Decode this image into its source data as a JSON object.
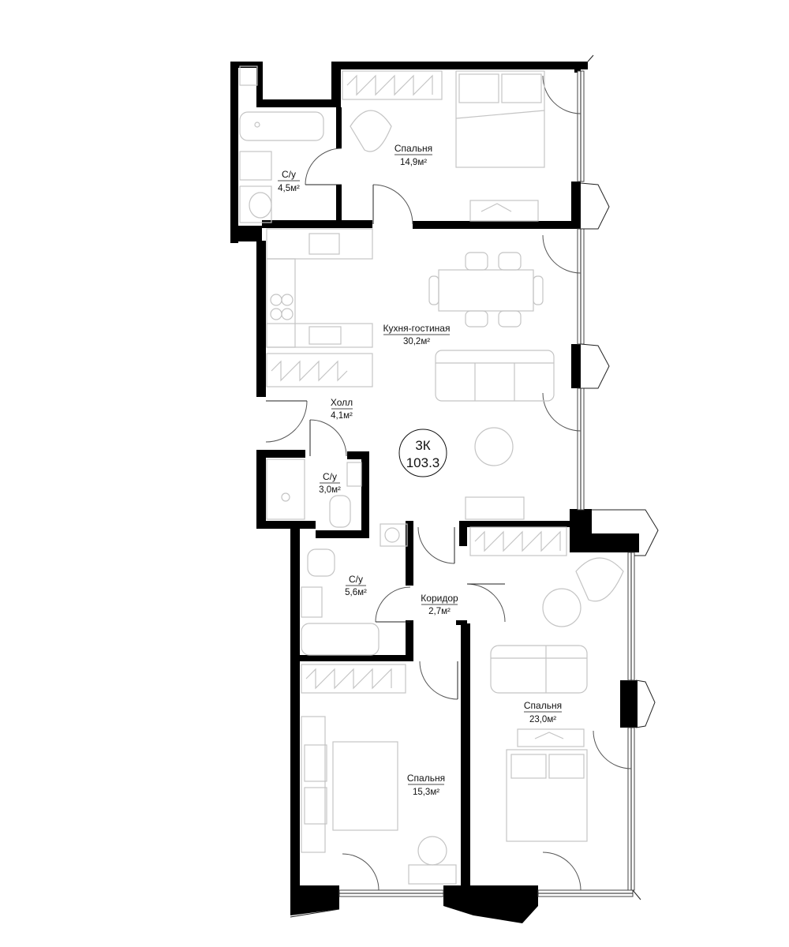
{
  "apartment": {
    "rooms_code": "3К",
    "total_area": "103.3"
  },
  "rooms": [
    {
      "id": "bathroom-1",
      "name": "С/у",
      "area": "4,5м²"
    },
    {
      "id": "bedroom-1",
      "name": "Спальня",
      "area": "14,9м²"
    },
    {
      "id": "kitchen-living",
      "name": "Кухня-гостиная",
      "area": "30,2м²"
    },
    {
      "id": "hall",
      "name": "Холл",
      "area": "4,1м²"
    },
    {
      "id": "bathroom-2",
      "name": "С/у",
      "area": "3,0м²"
    },
    {
      "id": "bathroom-3",
      "name": "С/у",
      "area": "5,6м²"
    },
    {
      "id": "corridor",
      "name": "Коридор",
      "area": "2,7м²"
    },
    {
      "id": "bedroom-2",
      "name": "Спальня",
      "area": "15,3м²"
    },
    {
      "id": "bedroom-3",
      "name": "Спальня",
      "area": "23,0м²"
    }
  ],
  "colors": {
    "wall": "#000000",
    "furniture": "#c4c4c4",
    "text": "#111111"
  }
}
